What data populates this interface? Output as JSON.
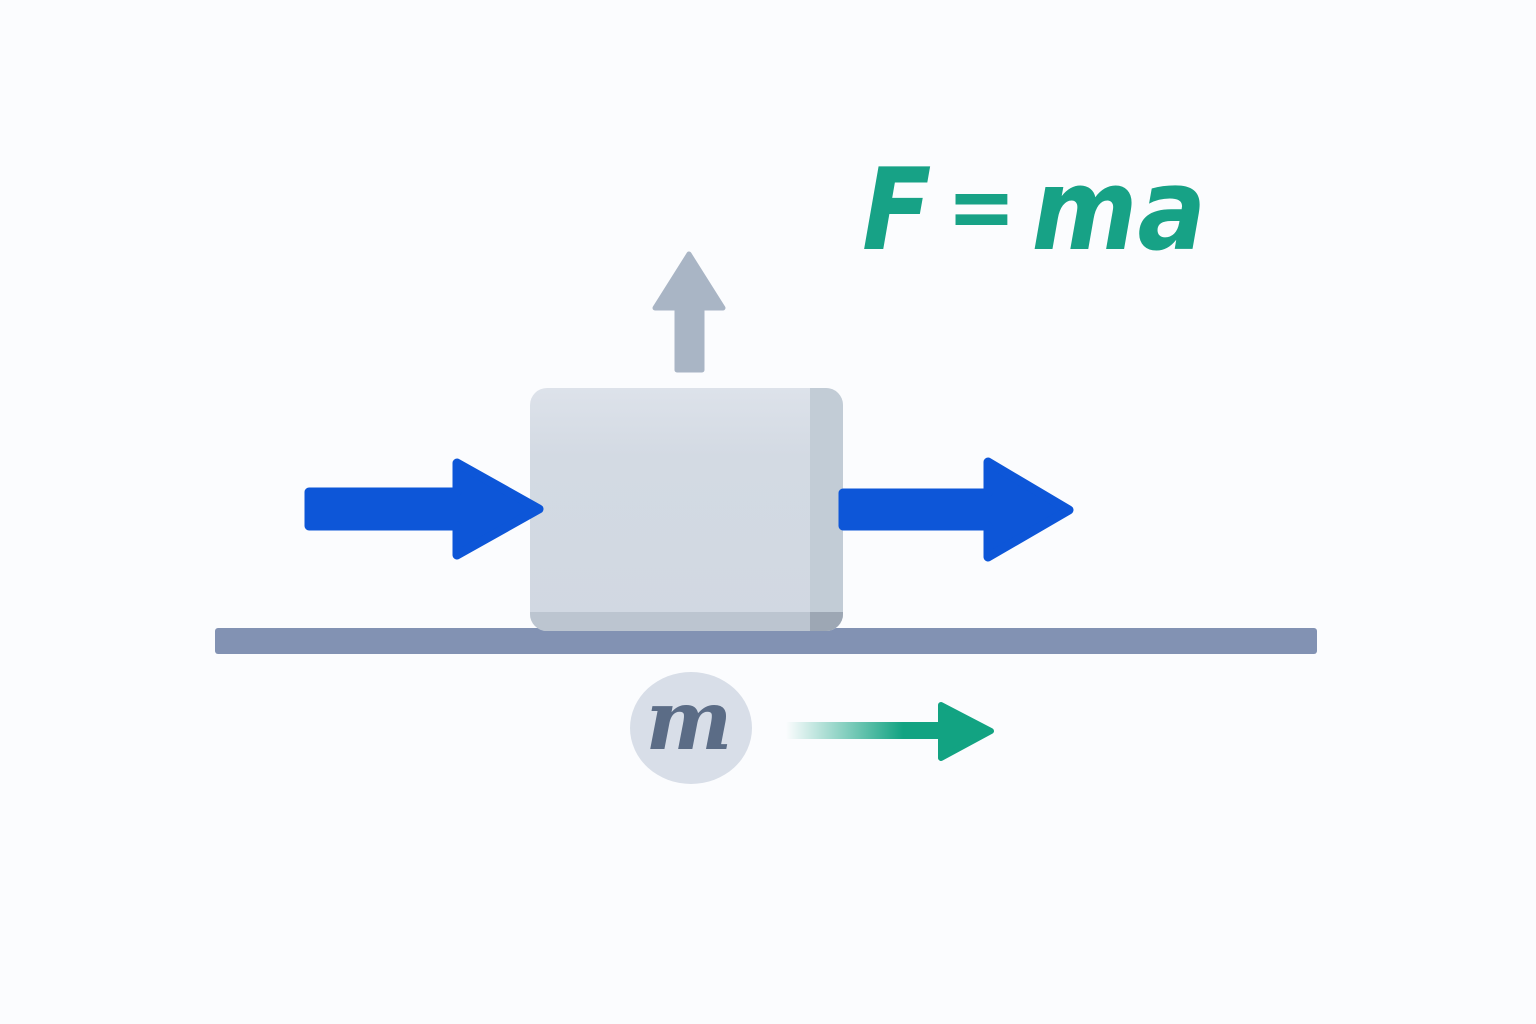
{
  "formula": {
    "lhs": "F",
    "equals": "=",
    "rhs": "ma"
  },
  "mass": {
    "label": "m"
  },
  "icons": {
    "normal_force_arrow": "arrow-up",
    "applied_force_arrow": "arrow-right",
    "net_force_arrow": "arrow-right",
    "acceleration_arrow": "arrow-right"
  },
  "colors": {
    "background": "#fbfcfe",
    "formula_text": "#17a286",
    "force_arrow_blue": "#0d56d8",
    "normal_arrow_gray": "#a9b5c5",
    "acceleration_teal": "#12a382",
    "block_face": "#d3dae3",
    "block_side": "#c2ccd6",
    "block_bottom": "#bcc5d0",
    "block_corner": "#9da7b4",
    "surface": "#8292b3",
    "mass_circle_fill": "#d8dee8",
    "mass_label_text": "#5b6c86"
  }
}
